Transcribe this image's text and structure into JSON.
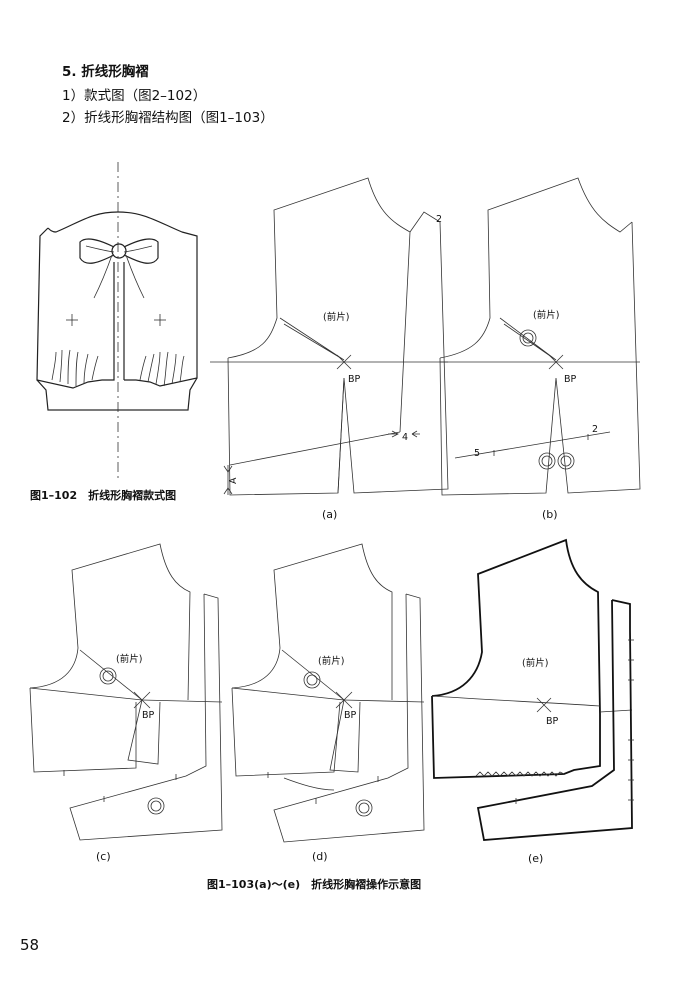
{
  "headings": {
    "h1": "5. 折线形胸褶",
    "h2": "1）款式图（图2–102）",
    "h3": "2）折线形胸褶结构图（图1–103）"
  },
  "captions": {
    "fig102": "图1–102　折线形胸褶款式图",
    "fig103": "图1–103(a)～(e)　折线形胸褶操作示意图"
  },
  "labels": {
    "front": "(前片)",
    "bp": "BP",
    "num2": "2",
    "num4": "4",
    "num5": "5",
    "dimA": "A"
  },
  "subfigs": {
    "a": "(a)",
    "b": "(b)",
    "c": "(c)",
    "d": "(d)",
    "e": "(e)"
  },
  "page_number": "58"
}
